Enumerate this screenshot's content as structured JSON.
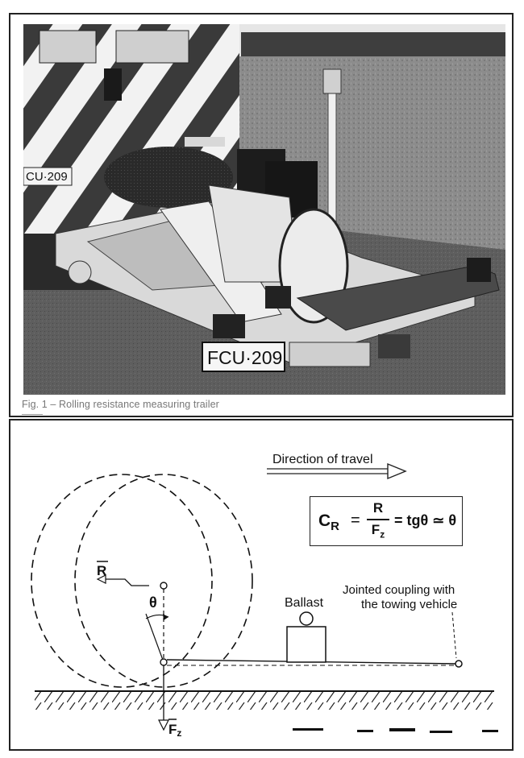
{
  "figure1": {
    "caption": "Fig. 1 – Rolling resistance measuring trailer",
    "plate_van": "CU·209",
    "plate_trailer": "FCU·209"
  },
  "figure2": {
    "direction_label": "Direction of travel",
    "formula": {
      "lhs": "C",
      "lhs_sub": "R",
      "eq": "=",
      "numerator": "R",
      "denominator": "F",
      "denominator_sub": "z",
      "rest": "= tgθ ≃ θ"
    },
    "r_label": "R",
    "theta_label": "θ",
    "ballast_label": "Ballast",
    "coupling_label_line1": "Jointed coupling with",
    "coupling_label_line2": "the towing vehicle",
    "fz_label": "F",
    "fz_sub": "z"
  }
}
